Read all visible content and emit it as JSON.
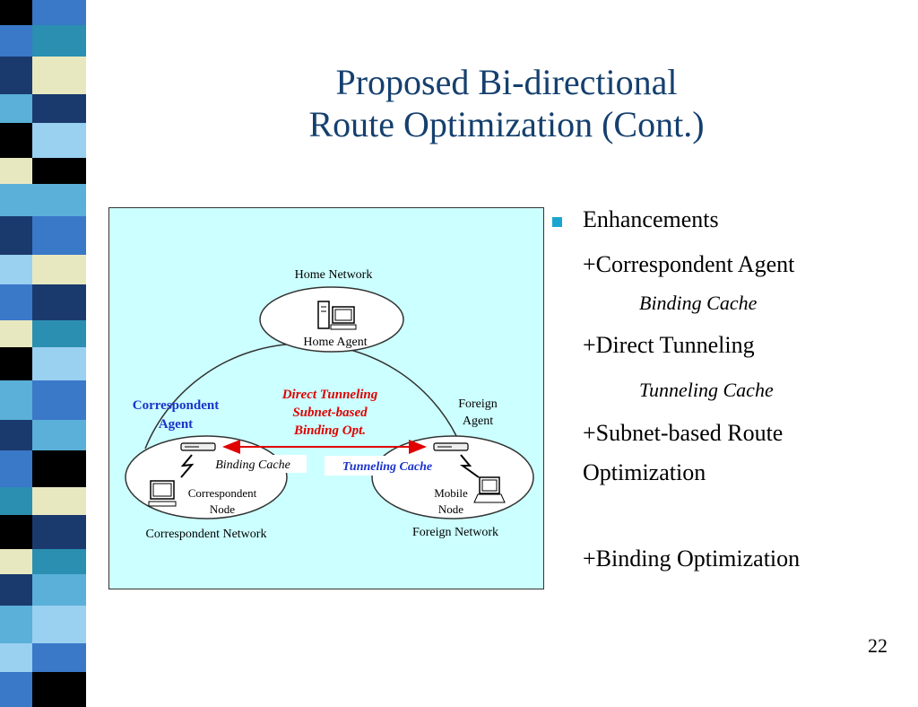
{
  "slide": {
    "title_line1": "Proposed Bi-directional",
    "title_line2": "Route Optimization (Cont.)",
    "page_number": "22"
  },
  "figure": {
    "home_network": "Home Network",
    "home_agent": "Home Agent",
    "correspondent_agent_1": "Correspondent",
    "correspondent_agent_2": "Agent",
    "foreign_agent_1": "Foreign",
    "foreign_agent_2": "Agent",
    "tunnel_text_1": "Direct Tunneling",
    "tunnel_text_2": "Subnet-based",
    "tunnel_text_3": "Binding Opt.",
    "binding_cache": "Binding Cache",
    "tunneling_cache": "Tunneling Cache",
    "correspondent_node_1": "Correspondent",
    "correspondent_node_2": "Node",
    "mobile_node_1": "Mobile",
    "mobile_node_2": "Node",
    "correspondent_network": "Correspondent Network",
    "foreign_network": "Foreign Network",
    "colors": {
      "background": "#ccffff",
      "blue_label": "#1a33cc",
      "red_label": "#e00000"
    }
  },
  "bullets": {
    "heading": "Enhancements",
    "item1": "+Correspondent Agent",
    "item1_sub": "Binding Cache",
    "item2": "+Direct Tunneling",
    "item2_sub": "Tunneling Cache",
    "item3_line1": "+Subnet-based Route",
    "item3_line2": "Optimization",
    "item4": "+Binding Optimization"
  }
}
